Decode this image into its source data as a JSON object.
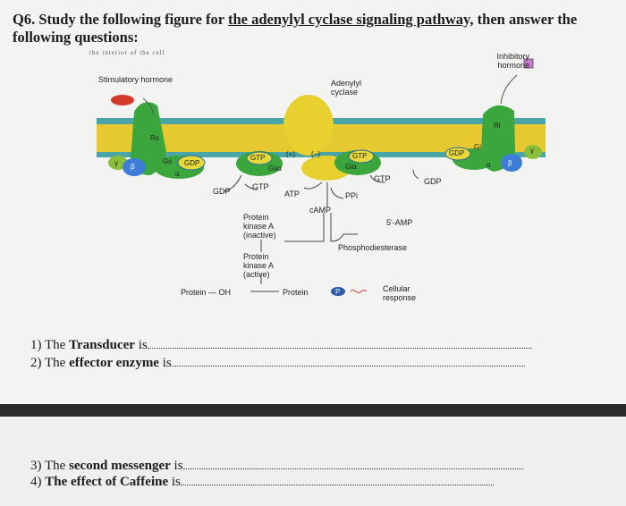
{
  "question": {
    "number": "Q6.",
    "prefix": "Study the following figure for",
    "underlined": "the adenylyl cyclase signaling pathway,",
    "suffix": "then answer the following questions:",
    "cutoff_text": "the interior of the cell"
  },
  "figure": {
    "labels": {
      "stimulatory_hormone": "Stimulatory hormone",
      "inhibitory_hormone": "Inhibitory hormone",
      "adenylyl_cyclase": "Adenylyl cyclase",
      "rs": "Rs",
      "ri": "Ri",
      "gdp_left": "GDP",
      "gs": "Gs",
      "alpha_left": "α",
      "beta_left": "β",
      "gamma_left": "γ",
      "gtp_gsa": "GTP",
      "gsa": "Gsα",
      "plus": "(+)",
      "minus": "(−)",
      "gtp_gia": "GTP",
      "gia": "Giα",
      "gdp_right": "GDP",
      "gi": "Gi",
      "alpha_right": "α",
      "beta_right": "β",
      "gamma_right": "γ",
      "gdp_under_left": "GDP",
      "gtp_under_left": "GTP",
      "atp": "ATP",
      "camp": "cAMP",
      "gtp_under_right": "GTP",
      "gdp_under_right": "GDP",
      "ppi": "PPi",
      "pka_inactive": "Protein kinase A (inactive)",
      "pka_active": "Protein kinase A (active)",
      "five_amp": "5'-AMP",
      "phosphodiesterase": "Phosphodiesterase",
      "protein_oh": "Protein",
      "oh": "OH",
      "protein_p": "Protein",
      "p": "P",
      "cellular_response": "Cellular response"
    },
    "colors": {
      "membrane": "#e6c931",
      "head_groups": "#4aa6a6",
      "receptor": "#3aa63c",
      "cyclase": "#e8d02e",
      "gtp": "#e8d93a",
      "beta": "#3d7dd8",
      "stim_hormone": "#d23a2a",
      "inhib_hormone": "#c77bd2"
    }
  },
  "questions": [
    {
      "num": "1)",
      "pre": "The",
      "bold": "Transducer",
      "post": "is"
    },
    {
      "num": "2)",
      "pre": "The",
      "bold": "effector enzyme",
      "post": "is"
    },
    {
      "num": "3)",
      "pre": "The",
      "bold": "second messenger",
      "post": "is"
    },
    {
      "num": "4)",
      "pre": "",
      "bold": "The effect of Caffeine",
      "post": "is"
    }
  ]
}
